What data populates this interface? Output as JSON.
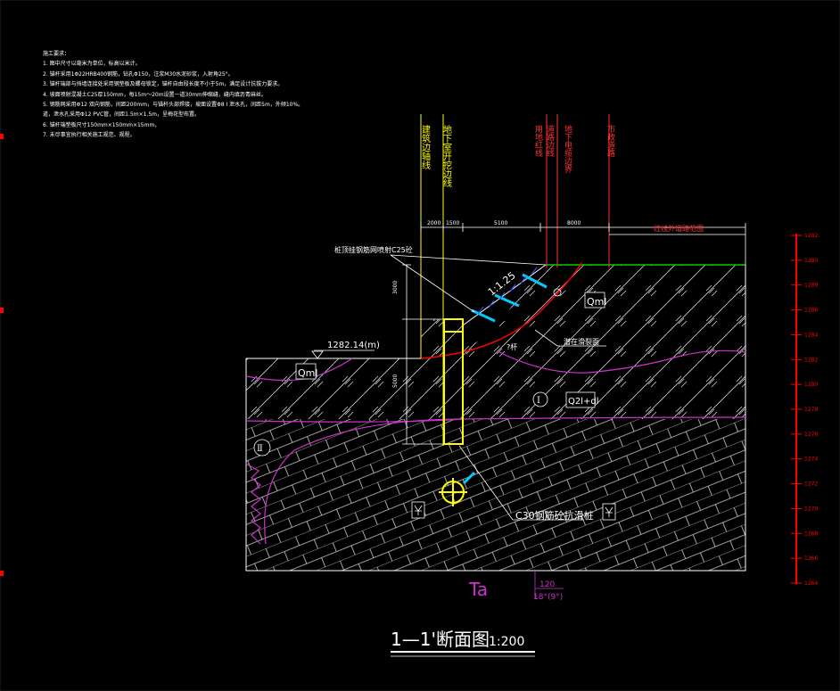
{
  "notes": {
    "title": "施工要求：",
    "lines": [
      "1. 图中尺寸以毫米为单位，标高以米计。",
      "2. 锚杆采用1Φ22HRB400钢筋，钻孔Φ150，注浆M30水泥砂浆，入射角25°。",
      "3. 锚杆端部与挡墙连接处采用钢垫板及螺母锁定，锚杆自由段长度不小于5m，满足设计抗拔力要求。",
      "4. 坡面喷射混凝土C25厚150mm，每15m～20m设置一道30mm伸缩缝，缝内填沥青麻丝。",
      "5. 钢筋网采用Φ12 双向钢筋，间距200mm，与锚杆头部焊接，坡面设置Φ8 I 泄水孔，间距5m，外倾10%。",
      "道，泄水孔采用Φ12 PVC管，间距1.5m×1.5m，呈梅花型布置。",
      "6. 锚杆端垫板尺寸150mm×150mm×15mm，",
      "7. 未尽事宜执行相关施工规范、规程。"
    ]
  },
  "vertical_lines": [
    {
      "label": "建筑边轴线",
      "color": "#ffff00"
    },
    {
      "label": "地下室开挖边线",
      "color": "#ffff00"
    },
    {
      "label": "用地红线",
      "color": "#ff3333"
    },
    {
      "label": "道路边线",
      "color": "#ff3333"
    },
    {
      "label": "地下电缆边界",
      "color": "#ff3333"
    },
    {
      "label": "市政道路",
      "color": "#ff3333"
    }
  ],
  "dimensions": {
    "top_a": "2000",
    "top_b": "1500",
    "top_c": "5100",
    "top_d": "8000",
    "road_label": "红线外道路范围",
    "left_v1": "3000",
    "left_v2": "5000"
  },
  "annotations": {
    "slope_ratio": "1:1.25",
    "capping": "桩顶挂钢筋网喷射C25砼",
    "elevation": "1282.14(m)",
    "anchor": "?杆",
    "sliding_surface": "潜在滑裂面",
    "pile": "C30钢筋砼抗滑桩",
    "strata_code": "Ta",
    "dip_value": "120",
    "dip_angle": "18°(9°)"
  },
  "strata": {
    "q_ml_top": "Qml",
    "q_ml_left": "Qml",
    "q_dl": "Q2l+dl",
    "zone_1": "Ⅰ",
    "zone_2": "Ⅱ"
  },
  "scale_bar": {
    "labels": [
      "1282",
      "1280",
      "1288",
      "1286",
      "1284",
      "1282",
      "1280",
      "1278",
      "1276",
      "1274",
      "1272",
      "1270",
      "1268",
      "1266",
      "1264"
    ],
    "color": "#ff0000"
  },
  "title": {
    "main": "1—1'断面图",
    "scale": "1:200"
  },
  "colors": {
    "hatch": "#d9d9d9",
    "stratum_line": "#cc33cc",
    "ground_line": "#00cc00",
    "anchor": "#00ccff",
    "dims": "#ffffff",
    "pile": "#ffff00"
  }
}
